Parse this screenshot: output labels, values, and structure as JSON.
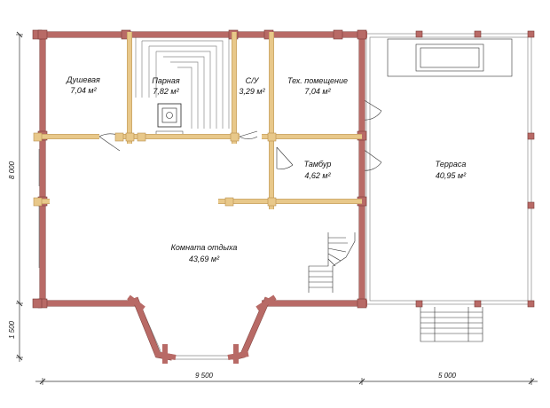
{
  "plan": {
    "rooms": [
      {
        "name": "Душевая",
        "area": "7,04 м²"
      },
      {
        "name": "Парная",
        "area": "7,82 м²"
      },
      {
        "name": "С/У",
        "area": "3,29 м²"
      },
      {
        "name": "Тех. помещение",
        "area": "7,04 м²"
      },
      {
        "name": "Тамбур",
        "area": "4,62 м²"
      },
      {
        "name": "Терраса",
        "area": "40,95 м²"
      },
      {
        "name": "Комната отдыха",
        "area": "43,69 м²"
      }
    ],
    "dimensions": {
      "left_upper": "8 000",
      "left_lower": "1 500",
      "bottom_main": "9 500",
      "bottom_terrace": "5 000"
    }
  },
  "colors": {
    "log_wall": "#b86a66",
    "log_wall_outline": "#7a3a36",
    "partition_wall": "#e8c88a",
    "partition_outline": "#b89050"
  }
}
